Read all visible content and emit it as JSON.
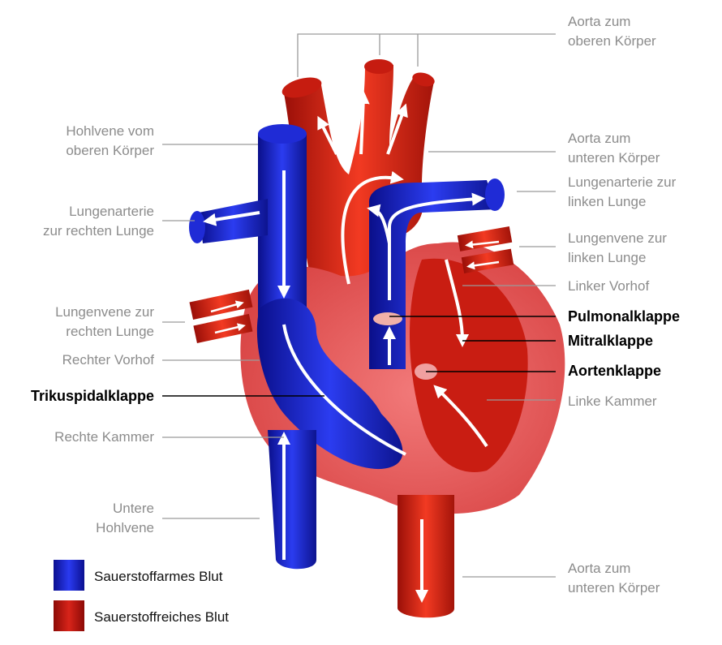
{
  "labels": {
    "aorta_upper": [
      "Aorta zum",
      "oberen Körper"
    ],
    "hohlvene_upper": [
      "Hohlvene vom",
      "oberen Körper"
    ],
    "aorta_lower_top": [
      "Aorta zum",
      "unteren Körper"
    ],
    "lungenarterie_left": [
      "Lungenarterie zur",
      "linken Lunge"
    ],
    "lungenarterie_right": [
      "Lungenarterie",
      "zur rechten Lunge"
    ],
    "lungenvene_left": [
      "Lungenvene zur",
      "linken Lunge"
    ],
    "linker_vorhof": "Linker Vorhof",
    "lungenvene_right": [
      "Lungenvene zur",
      "rechten Lunge"
    ],
    "pulmonalklappe": "Pulmonalklappe",
    "mitralklappe": "Mitralklappe",
    "rechter_vorhof": "Rechter Vorhof",
    "aortenklappe": "Aortenklappe",
    "trikuspidalklappe": "Trikuspidalklappe",
    "linke_kammer": "Linke Kammer",
    "rechte_kammer": "Rechte Kammer",
    "untere_hohlvene": [
      "Untere",
      "Hohlvene"
    ],
    "aorta_lower_bottom": [
      "Aorta zum",
      "unteren Körper"
    ]
  },
  "legend": [
    {
      "text": "Sauerstoffarmes Blut",
      "color": "#1a1fc4"
    },
    {
      "text": "Sauerstoffreiches Blut",
      "color": "#b51212"
    }
  ],
  "colors": {
    "blue": "#1f2bd6",
    "blue_dark": "#0a0f8a",
    "red": "#d92a1a",
    "red_dark": "#8e0d08",
    "wall": "#e85a5a",
    "wall_dark": "#c73333"
  }
}
